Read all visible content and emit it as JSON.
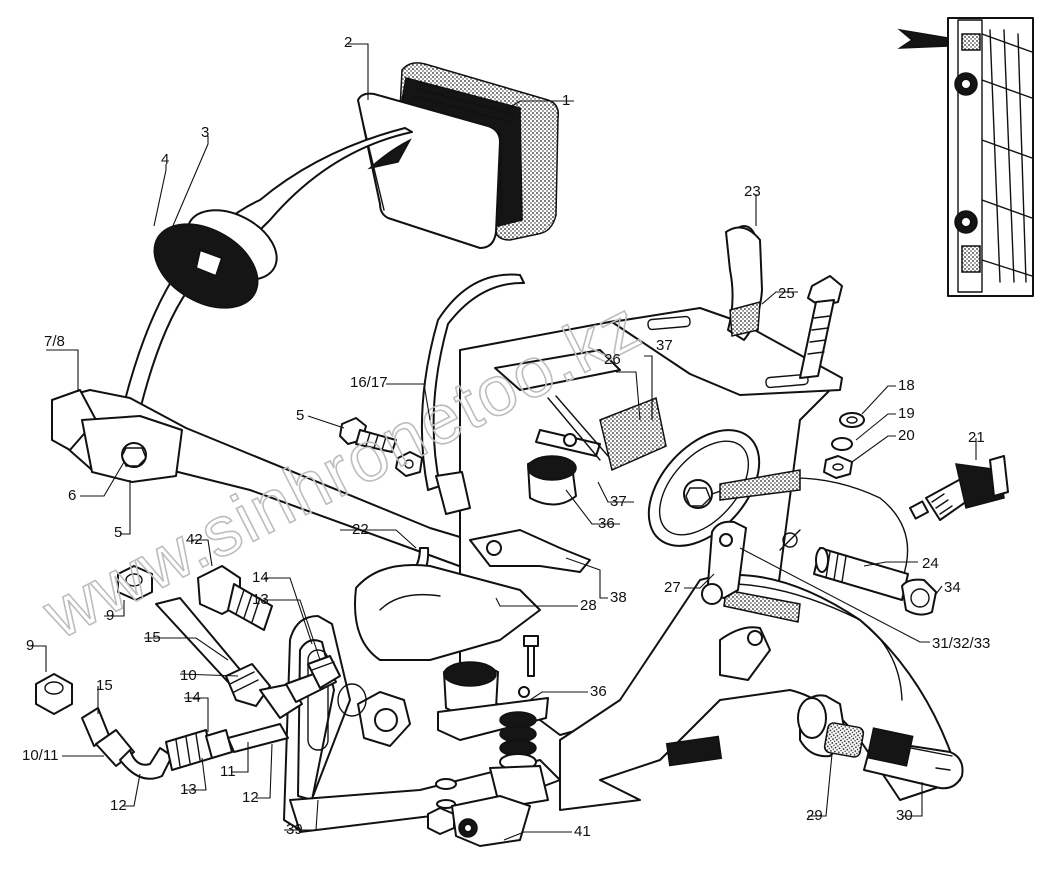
{
  "watermark": "www.sinhronetoo.kz",
  "part_labels": [
    {
      "id": "p1",
      "text": "1"
    },
    {
      "id": "p2",
      "text": "2"
    },
    {
      "id": "p3",
      "text": "3"
    },
    {
      "id": "p4",
      "text": "4"
    },
    {
      "id": "p78",
      "text": "7/8"
    },
    {
      "id": "p6",
      "text": "6"
    },
    {
      "id": "p5a",
      "text": "5"
    },
    {
      "id": "p5b",
      "text": "5"
    },
    {
      "id": "p1617",
      "text": "16/17"
    },
    {
      "id": "p22",
      "text": "22"
    },
    {
      "id": "p42",
      "text": "42"
    },
    {
      "id": "p9a",
      "text": "9"
    },
    {
      "id": "p14a",
      "text": "14"
    },
    {
      "id": "p13a",
      "text": "13"
    },
    {
      "id": "p15a",
      "text": "15"
    },
    {
      "id": "p9b",
      "text": "9"
    },
    {
      "id": "p15b",
      "text": "15"
    },
    {
      "id": "p10",
      "text": "10"
    },
    {
      "id": "p14b",
      "text": "14"
    },
    {
      "id": "p1011",
      "text": "10/11"
    },
    {
      "id": "p12a",
      "text": "12"
    },
    {
      "id": "p13b",
      "text": "13"
    },
    {
      "id": "p11",
      "text": "11"
    },
    {
      "id": "p12b",
      "text": "12"
    },
    {
      "id": "p39",
      "text": "39"
    },
    {
      "id": "p41",
      "text": "41"
    },
    {
      "id": "p36a",
      "text": "36"
    },
    {
      "id": "p28",
      "text": "28"
    },
    {
      "id": "p38",
      "text": "38"
    },
    {
      "id": "p36b",
      "text": "36"
    },
    {
      "id": "p37a",
      "text": "37"
    },
    {
      "id": "p26",
      "text": "26"
    },
    {
      "id": "p37b",
      "text": "37"
    },
    {
      "id": "p23",
      "text": "23"
    },
    {
      "id": "p25",
      "text": "25"
    },
    {
      "id": "p18",
      "text": "18"
    },
    {
      "id": "p19",
      "text": "19"
    },
    {
      "id": "p20",
      "text": "20"
    },
    {
      "id": "p21",
      "text": "21"
    },
    {
      "id": "p24",
      "text": "24"
    },
    {
      "id": "p34",
      "text": "34"
    },
    {
      "id": "p27",
      "text": "27"
    },
    {
      "id": "p313233",
      "text": "31/32/33"
    },
    {
      "id": "p29",
      "text": "29"
    },
    {
      "id": "p30",
      "text": "30"
    }
  ],
  "colors": {
    "ink": "#111111",
    "background": "#ffffff",
    "watermark": "#bdbdbd"
  }
}
